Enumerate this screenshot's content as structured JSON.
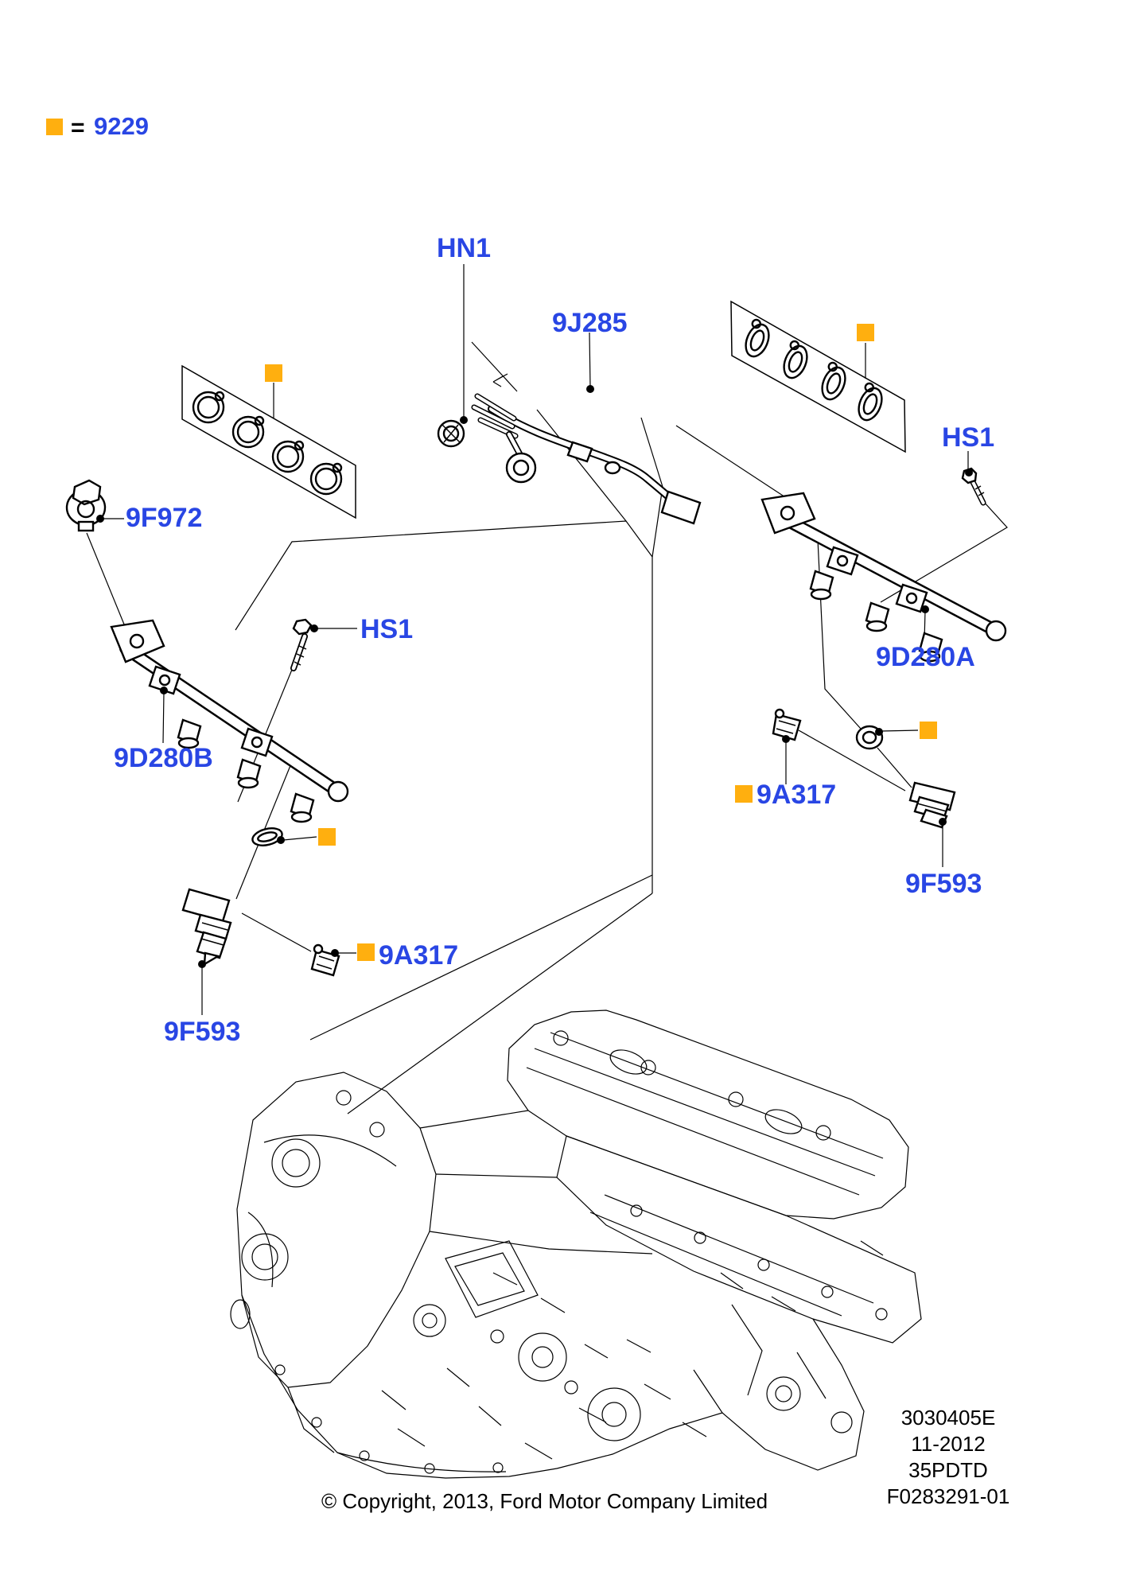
{
  "colors": {
    "label_blue": "#2946E4",
    "marker_orange": "#FFAF0F",
    "line_black": "#000000",
    "background": "#FFFFFF"
  },
  "legend": {
    "equals_sign": "=",
    "part_number": "9229"
  },
  "part_labels": {
    "hn1": "HN1",
    "line_9j285": "9J285",
    "hs1_right": "HS1",
    "sensor_9f972": "9F972",
    "rail_9d280a": "9D280A",
    "hs1_left": "HS1",
    "rail_9d280b": "9D280B",
    "clip_9a317_left": "9A317",
    "injector_9f593_left": "9F593",
    "clip_9a317_right": "9A317",
    "injector_9f593_right": "9F593"
  },
  "footer": {
    "copyright": "© Copyright, 2013, Ford Motor Company Limited",
    "doc_number": "3030405E",
    "doc_date": "11-2012",
    "doc_code": "35PDTD",
    "figure_number": "F0283291-01"
  }
}
